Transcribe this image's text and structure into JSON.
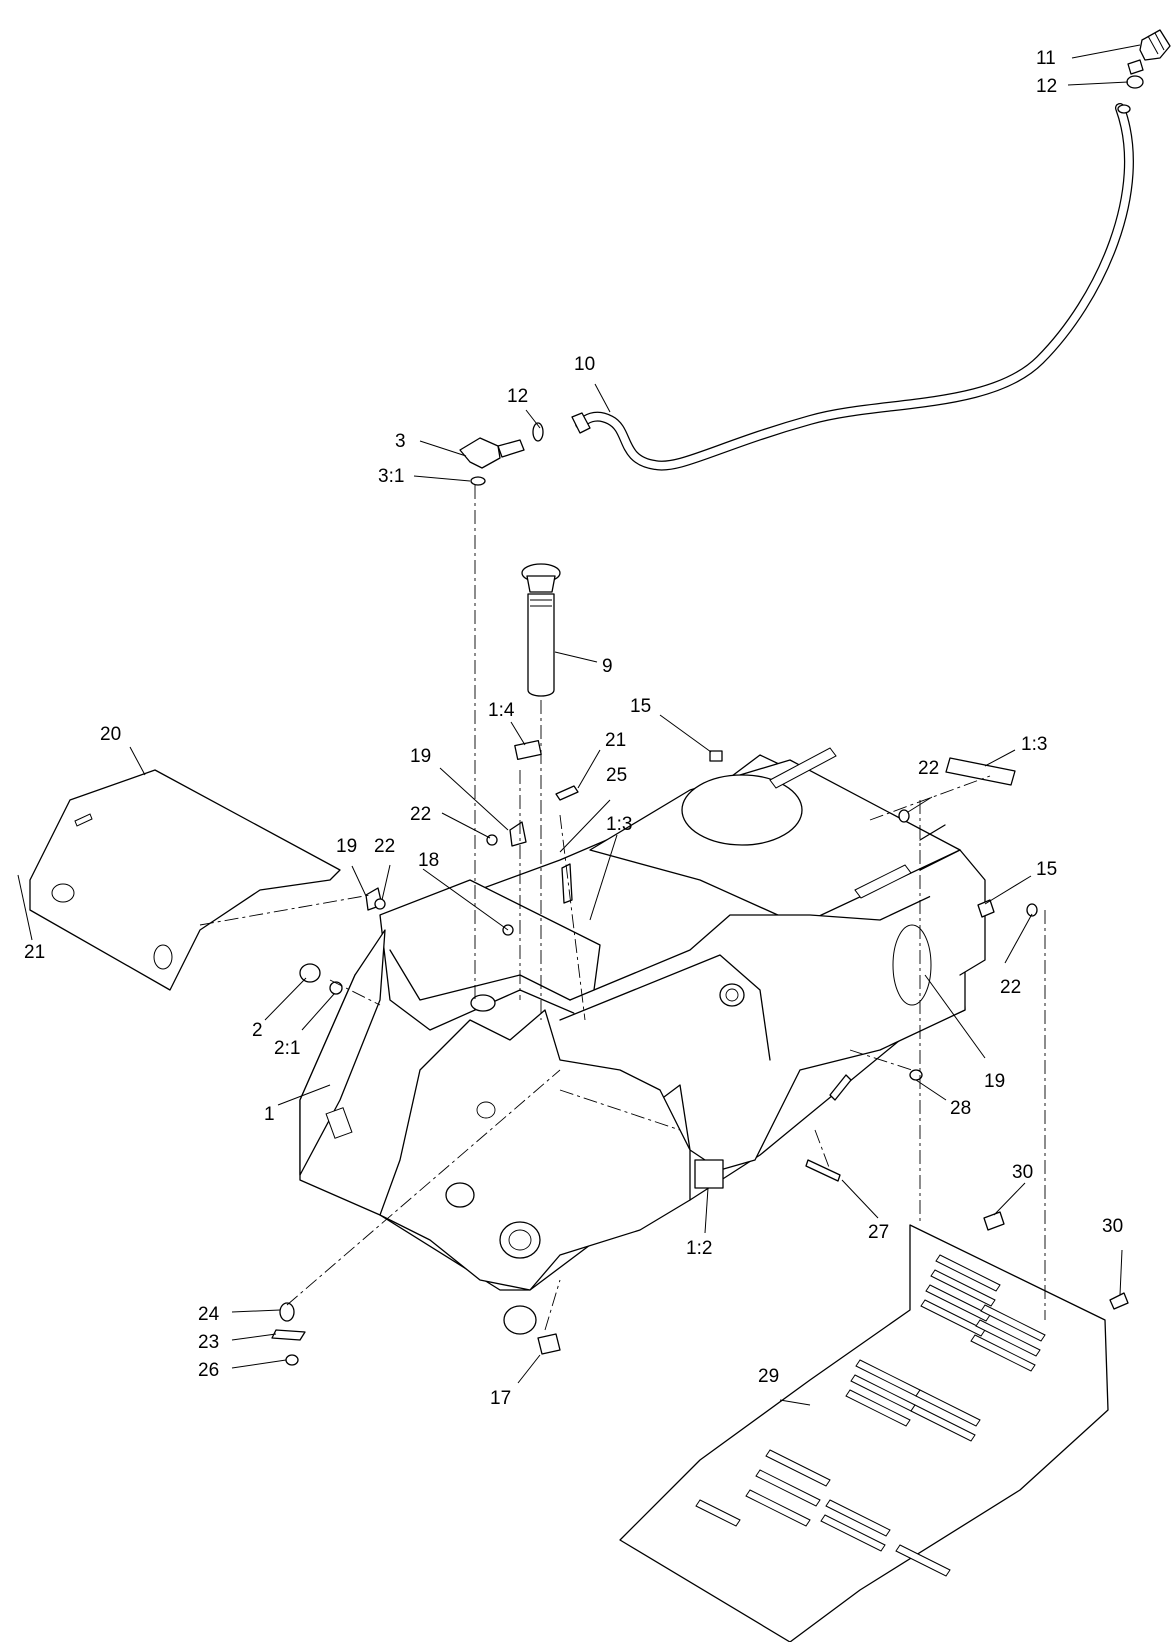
{
  "callouts": [
    {
      "id": "c-11a",
      "text": "11"
    },
    {
      "id": "c-12a",
      "text": "12"
    },
    {
      "id": "c-10",
      "text": "10"
    },
    {
      "id": "c-12b",
      "text": "12"
    },
    {
      "id": "c-3",
      "text": "3"
    },
    {
      "id": "c-3-1",
      "text": "3:1"
    },
    {
      "id": "c-9",
      "text": "9"
    },
    {
      "id": "c-1-4",
      "text": "1:4"
    },
    {
      "id": "c-15a",
      "text": "15"
    },
    {
      "id": "c-1-3a",
      "text": "1:3"
    },
    {
      "id": "c-20",
      "text": "20"
    },
    {
      "id": "c-19a",
      "text": "19"
    },
    {
      "id": "c-21a",
      "text": "21"
    },
    {
      "id": "c-22a",
      "text": "22"
    },
    {
      "id": "c-25",
      "text": "25"
    },
    {
      "id": "c-1-3b",
      "text": "1:3"
    },
    {
      "id": "c-22b",
      "text": "22"
    },
    {
      "id": "c-19b",
      "text": "19"
    },
    {
      "id": "c-22c",
      "text": "22"
    },
    {
      "id": "c-18",
      "text": "18"
    },
    {
      "id": "c-21b",
      "text": "21"
    },
    {
      "id": "c-15b",
      "text": "15"
    },
    {
      "id": "c-22d",
      "text": "22"
    },
    {
      "id": "c-2",
      "text": "2"
    },
    {
      "id": "c-2-1",
      "text": "2:1"
    },
    {
      "id": "c-1",
      "text": "1"
    },
    {
      "id": "c-19c",
      "text": "19"
    },
    {
      "id": "c-28",
      "text": "28"
    },
    {
      "id": "c-30a",
      "text": "30"
    },
    {
      "id": "c-27",
      "text": "27"
    },
    {
      "id": "c-1-2",
      "text": "1:2"
    },
    {
      "id": "c-30b",
      "text": "30"
    },
    {
      "id": "c-24",
      "text": "24"
    },
    {
      "id": "c-23",
      "text": "23"
    },
    {
      "id": "c-26",
      "text": "26"
    },
    {
      "id": "c-17",
      "text": "17"
    },
    {
      "id": "c-29",
      "text": "29"
    }
  ]
}
